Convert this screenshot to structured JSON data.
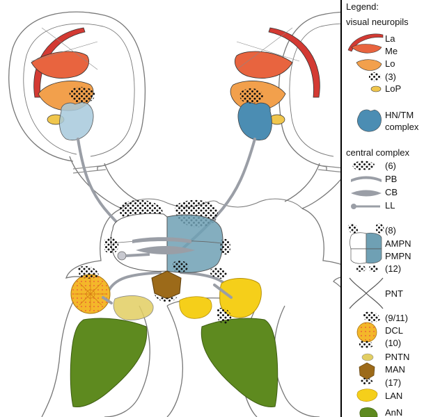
{
  "legend": {
    "title": "Legend:",
    "groups": [
      {
        "heading": "visual neuropils",
        "items": [
          {
            "label": "La"
          },
          {
            "label": "Me"
          },
          {
            "label": "Lo"
          },
          {
            "label": "(3)"
          },
          {
            "label": "LoP"
          },
          {
            "label": "HN/TM",
            "label2": "complex"
          }
        ]
      },
      {
        "heading": "central complex",
        "items": [
          {
            "label": "(6)"
          },
          {
            "label": "PB"
          },
          {
            "label": "CB"
          },
          {
            "label": "LL"
          },
          {
            "label": "(8)"
          },
          {
            "label": "AMPN"
          },
          {
            "label": "PMPN"
          },
          {
            "label": "(12)"
          },
          {
            "label": "PNT"
          },
          {
            "label": "(9/11)"
          },
          {
            "label": "DCL"
          },
          {
            "label": "(10)"
          },
          {
            "label": "PNTN"
          },
          {
            "label": "MAN"
          },
          {
            "label": "(17)"
          },
          {
            "label": "LAN"
          },
          {
            "label": "AnN"
          }
        ]
      }
    ]
  },
  "colors": {
    "lamina": "#d33a33",
    "medulla": "#e8643f",
    "lobula": "#f2a04c",
    "lobula_plate": "#f0c64d",
    "hn_tm_left": "#a7c9dc",
    "hn_tm_right": "#4b8db3",
    "ampn": "#ffffff",
    "pmpn": "#6fa0b4",
    "dcl": "#f4b72a",
    "dcl_dots": "#e8503a",
    "pntn": "#e2ce62",
    "man": "#9c6a19",
    "lan": "#f5cf1a",
    "ann": "#5e8a1f",
    "tract": "#9a9ea6",
    "outline": "#777777",
    "cell_body": "#111111"
  }
}
